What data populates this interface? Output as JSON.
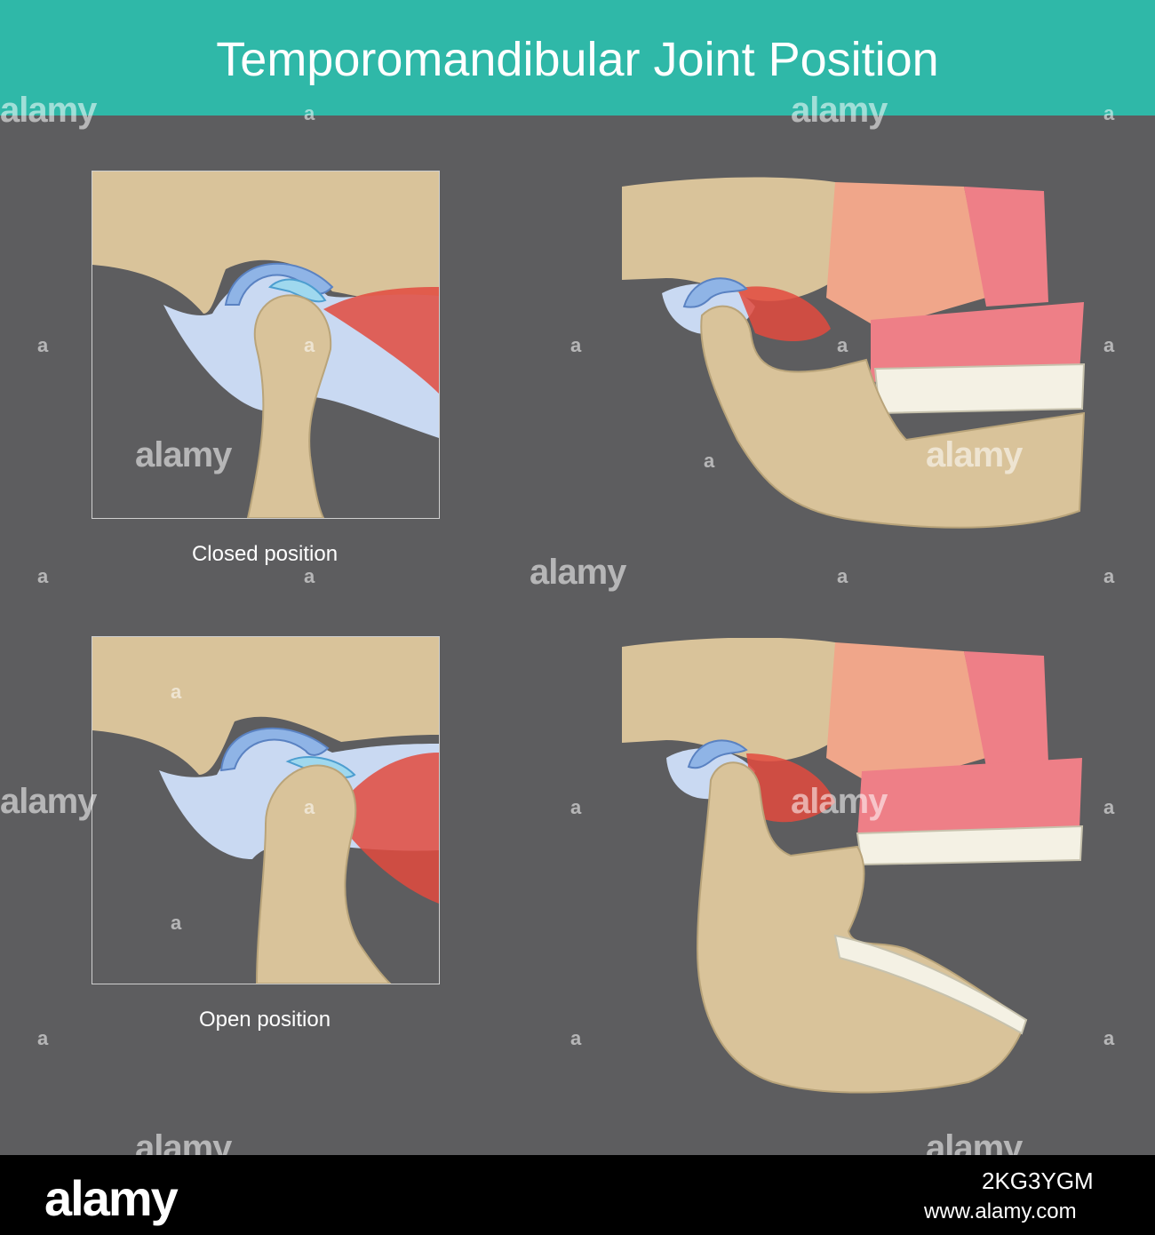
{
  "header": {
    "title": "Temporomandibular Joint Position"
  },
  "captions": {
    "closed": "Closed position",
    "open": "Open position"
  },
  "watermark": {
    "text": "alamy",
    "mark": "a"
  },
  "footer": {
    "logo": "alamy",
    "image_id": "2KG3YGM",
    "url": "www.alamy.com"
  },
  "colors": {
    "header": "#2fb8a8",
    "background": "#5d5d5f",
    "bone": "#d9c39a",
    "muscle": "#e24a3e",
    "gum": "#ee7f87",
    "disc": "#8fb4e6",
    "ligament": "#c9d9f2",
    "teeth": "#f4f1e4"
  }
}
